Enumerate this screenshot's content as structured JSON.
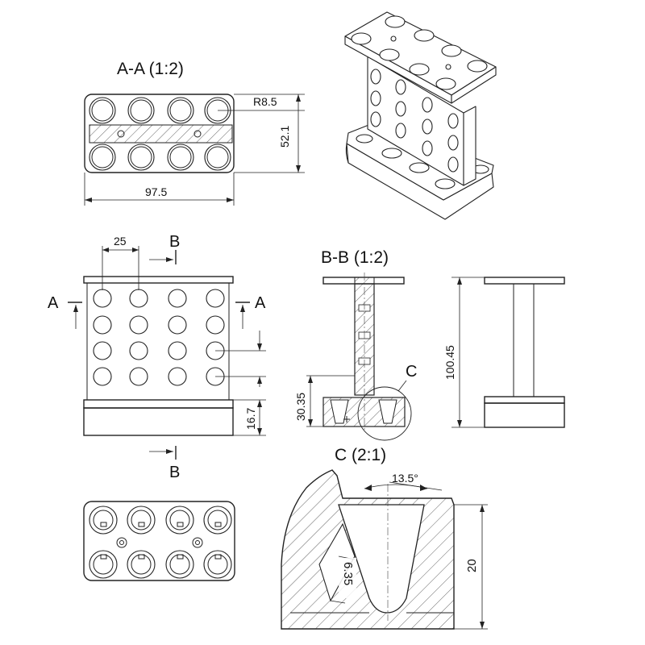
{
  "views": {
    "section_aa_title": "A-A (1:2)",
    "section_bb_title": "B-B (1:2)",
    "detail_c_title": "C (2:1)"
  },
  "section_markers": {
    "a_left": "A",
    "a_right": "A",
    "b_top": "B",
    "b_bottom": "B",
    "c_callout": "C"
  },
  "dimensions": {
    "radius": "R8.5",
    "width_aa": "52.1",
    "length_aa": "97.5",
    "hole_pitch": "25",
    "base_height": "16.7",
    "section_height": "30.35",
    "overall_height": "100.45",
    "taper_angle": "13.5°",
    "well_depth": "20",
    "wall_width": "6.35"
  },
  "colors": {
    "line": "#222222",
    "background": "#ffffff"
  }
}
